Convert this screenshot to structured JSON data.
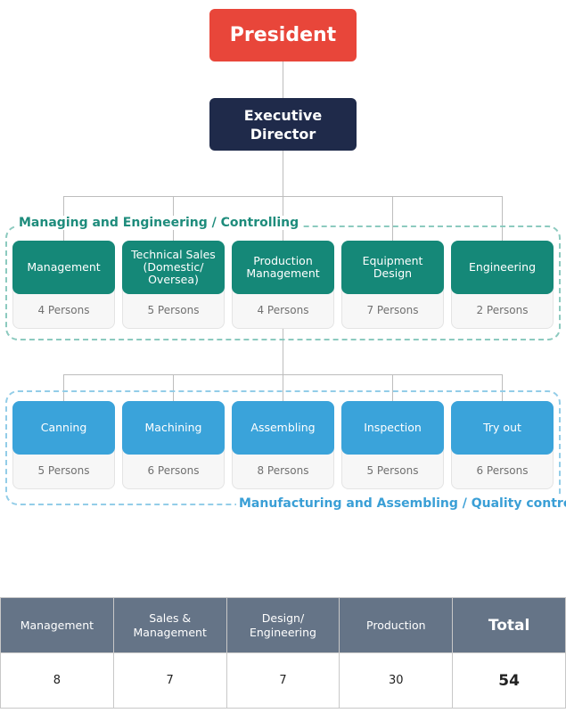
{
  "top": {
    "president": "President",
    "executive_director": "Executive Director"
  },
  "groups": {
    "managing": {
      "label": "Managing and Engineering / Controlling",
      "color": "#158878",
      "units": [
        {
          "name": "Management",
          "count": "4 Persons"
        },
        {
          "name": "Technical Sales (Domestic/ Oversea)",
          "count": "5 Persons"
        },
        {
          "name": "Production Management",
          "count": "4 Persons"
        },
        {
          "name": "Equipment Design",
          "count": "7 Persons"
        },
        {
          "name": "Engineering",
          "count": "2 Persons"
        }
      ]
    },
    "manufacturing": {
      "label": "Manufacturing and Assembling / Quality control",
      "color": "#3aa3da",
      "units": [
        {
          "name": "Canning",
          "count": "5 Persons"
        },
        {
          "name": "Machining",
          "count": "6 Persons"
        },
        {
          "name": "Assembling",
          "count": "8 Persons"
        },
        {
          "name": "Inspection",
          "count": "5 Persons"
        },
        {
          "name": "Try out",
          "count": "6 Persons"
        }
      ]
    }
  },
  "summary": {
    "headers": [
      "Management",
      "Sales & Management",
      "Design/ Engineering",
      "Production",
      "Total"
    ],
    "values": [
      "8",
      "7",
      "7",
      "30",
      "54"
    ]
  },
  "colors": {
    "president": "#e8463a",
    "executive": "#1f2a4a",
    "table_header": "#657487"
  }
}
